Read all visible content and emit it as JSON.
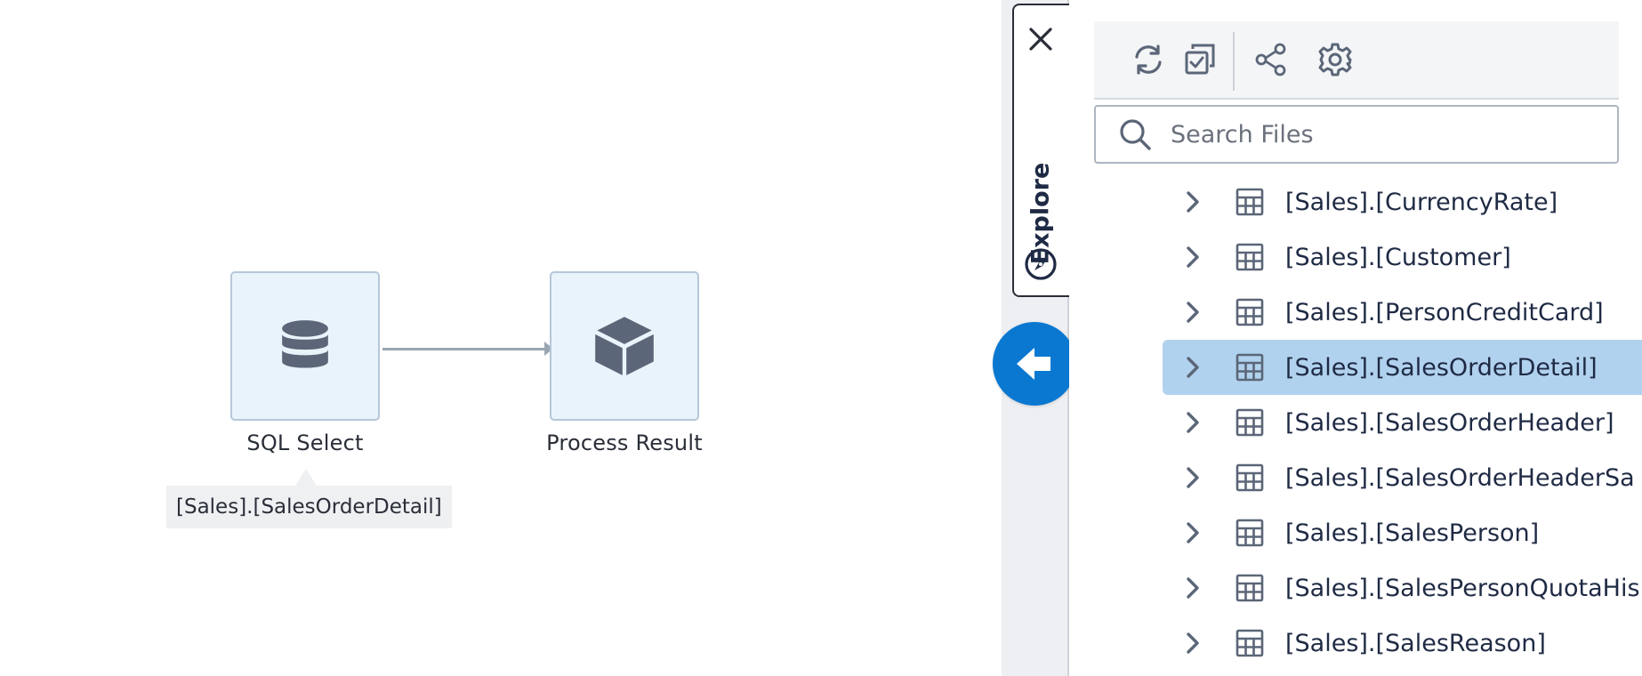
{
  "canvas": {
    "nodes": [
      {
        "label": "SQL Select",
        "icon": "database-icon"
      },
      {
        "label": "Process Result",
        "icon": "cube-icon"
      }
    ],
    "tooltip": "[Sales].[SalesOrderDetail]"
  },
  "sidebar": {
    "tab_label": "Explore",
    "close_icon": "close-icon",
    "back_icon": "arrow-left-icon"
  },
  "toolbar": {
    "buttons": [
      {
        "icon": "refresh-icon"
      },
      {
        "icon": "select-all-icon"
      },
      {
        "icon": "share-nodes-icon"
      },
      {
        "icon": "gear-icon"
      }
    ]
  },
  "search": {
    "placeholder": "Search Files",
    "value": ""
  },
  "tree": {
    "items": [
      {
        "label": "[Sales].[CurrencyRate]",
        "selected": false
      },
      {
        "label": "[Sales].[Customer]",
        "selected": false
      },
      {
        "label": "[Sales].[PersonCreditCard]",
        "selected": false
      },
      {
        "label": "[Sales].[SalesOrderDetail]",
        "selected": true
      },
      {
        "label": "[Sales].[SalesOrderHeader]",
        "selected": false
      },
      {
        "label": "[Sales].[SalesOrderHeaderSa",
        "selected": false
      },
      {
        "label": "[Sales].[SalesPerson]",
        "selected": false
      },
      {
        "label": "[Sales].[SalesPersonQuotaHis",
        "selected": false
      },
      {
        "label": "[Sales].[SalesReason]",
        "selected": false
      }
    ]
  },
  "colors": {
    "accent": "#0a78d1",
    "selected_row": "#b1d2ee",
    "node_fill": "#e9f3fb",
    "icon_slate": "#5b6678"
  }
}
